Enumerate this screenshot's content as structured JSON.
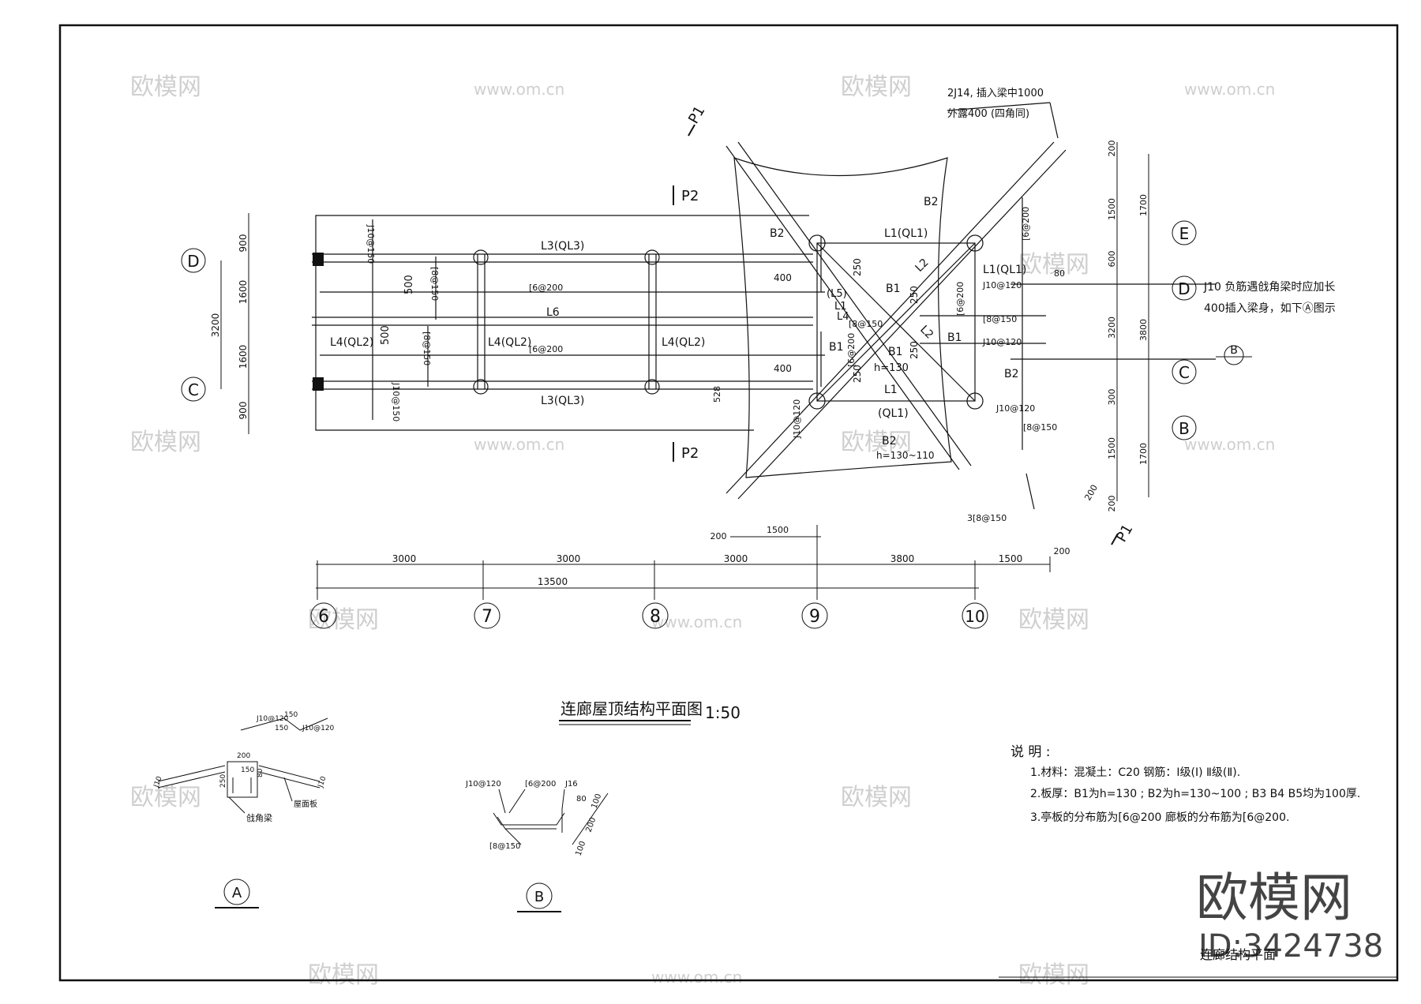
{
  "title": {
    "main": "连廊屋顶结构平面图",
    "scale": "1:50"
  },
  "grid_x": [
    "6",
    "7",
    "8",
    "9",
    "10"
  ],
  "grid_y_left": [
    "D",
    "C"
  ],
  "grid_y_right": [
    "E",
    "D",
    "C",
    "B"
  ],
  "section_refs": {
    "p1": "P1",
    "p2": "P2",
    "b_ref": "B"
  },
  "dims": {
    "bottom_segments": [
      "3000",
      "3000",
      "3000",
      "3800",
      "1500",
      "200"
    ],
    "bottom_total": "13500",
    "upper_200": "200",
    "upper_1500": "1500",
    "left": [
      "900",
      "1600",
      "1600",
      "900"
    ],
    "left_total": "3200",
    "right_inner": [
      "200",
      "1500",
      "600",
      "3200",
      "300",
      "1500",
      "200"
    ],
    "right_outer": [
      "1700",
      "3800",
      "1700"
    ],
    "misc_528": "528",
    "misc_80": "80",
    "misc_200": "200"
  },
  "beams": {
    "l3_top": "L3(QL3)",
    "l3_bot": "L3(QL3)",
    "l6": "L6",
    "l4_a": "L4(QL2)",
    "l4_b": "L4(QL2)",
    "l4_c": "L4(QL2)",
    "l1_top": "L1(QL1)",
    "l1_bot": "L1",
    "ql1": "(QL1)",
    "l1_right": "L1(QL1)",
    "l5": "(L5)",
    "l1_small": "L1",
    "l4_small": "L4",
    "l2_a": "L2",
    "l2_b": "L2"
  },
  "slabs": {
    "b2_top": "B2",
    "b2_left": "B2",
    "b2_right": "B2",
    "b2_bot": "B2",
    "b2_bot_h": "h=130~110",
    "b1_a": "B1",
    "b1_b": "B1",
    "b1_c": "B1",
    "b1_d": "B1",
    "b1_h": "h=130"
  },
  "rebar": {
    "r_6200_a": "[6@200",
    "r_6200_b": "[6@200",
    "r_10150_l1": "J10@150",
    "r_10150_l2": "J10@150",
    "r_8150_a": "[8@150",
    "r_8150_b": "[8@150",
    "r_500_a": "500",
    "r_500_b": "500",
    "r_400_a": "400",
    "r_400_b": "400",
    "r_250_a": "250",
    "r_250_b": "250",
    "r_250_c": "250",
    "r_250_d": "250",
    "r_6200_v": "[6@200",
    "r_6200_v2": "[6@200",
    "r_10120_a": "J10@120",
    "r_10120_b": "J10@120",
    "r_10120_c": "J10@120",
    "r_10120_d": "J10@120",
    "r_8150_c": "[8@150",
    "r_8150_d": "[8@150",
    "r_6200_r": "[6@200",
    "r_3_8150": "3[8@150",
    "r_8150_e": "[8@150"
  },
  "notes": {
    "top_note_1": "2J14, 插入梁中1000",
    "top_note_2": "外露400 (四角同)",
    "right_note_1": "J10  负筋遇戗角梁时应加长",
    "right_note_2": "400插入梁身，如下Ⓐ图示"
  },
  "legend": {
    "heading": "说  明 :",
    "items": [
      "1.材料：混凝土：C20 钢筋：Ⅰ级(Ⅰ) Ⅱ级(Ⅱ).",
      "2.板厚：B1为h=130 ; B2为h=130~100 ; B3 B4 B5均为100厚.",
      "3.亭板的分布筋为[6@200  廊板的分布筋为[6@200."
    ]
  },
  "detail_a": {
    "label": "A",
    "t_top1": "J10@120",
    "t_top2": "150",
    "t_top3": "150",
    "t_top4": "J10@120",
    "w200": "200",
    "h150": "150",
    "h250": "250",
    "h80": "80",
    "beam": "戗角梁",
    "slab": "屋面板",
    "side_a": "J10",
    "side_b": "J10"
  },
  "detail_b": {
    "label": "B",
    "t_a": "J10@120",
    "t_b": "[6@200",
    "t_c": "J16",
    "t_d": "[8@150",
    "d_80": "80",
    "d_100a": "100",
    "d_200": "200",
    "d_100b": "100"
  },
  "watermark": {
    "cn": "欧模网",
    "url": "www.om.cn"
  },
  "stamp": {
    "brand": "欧模网",
    "id": "ID:3424738",
    "caption": "连廊结构平面"
  }
}
